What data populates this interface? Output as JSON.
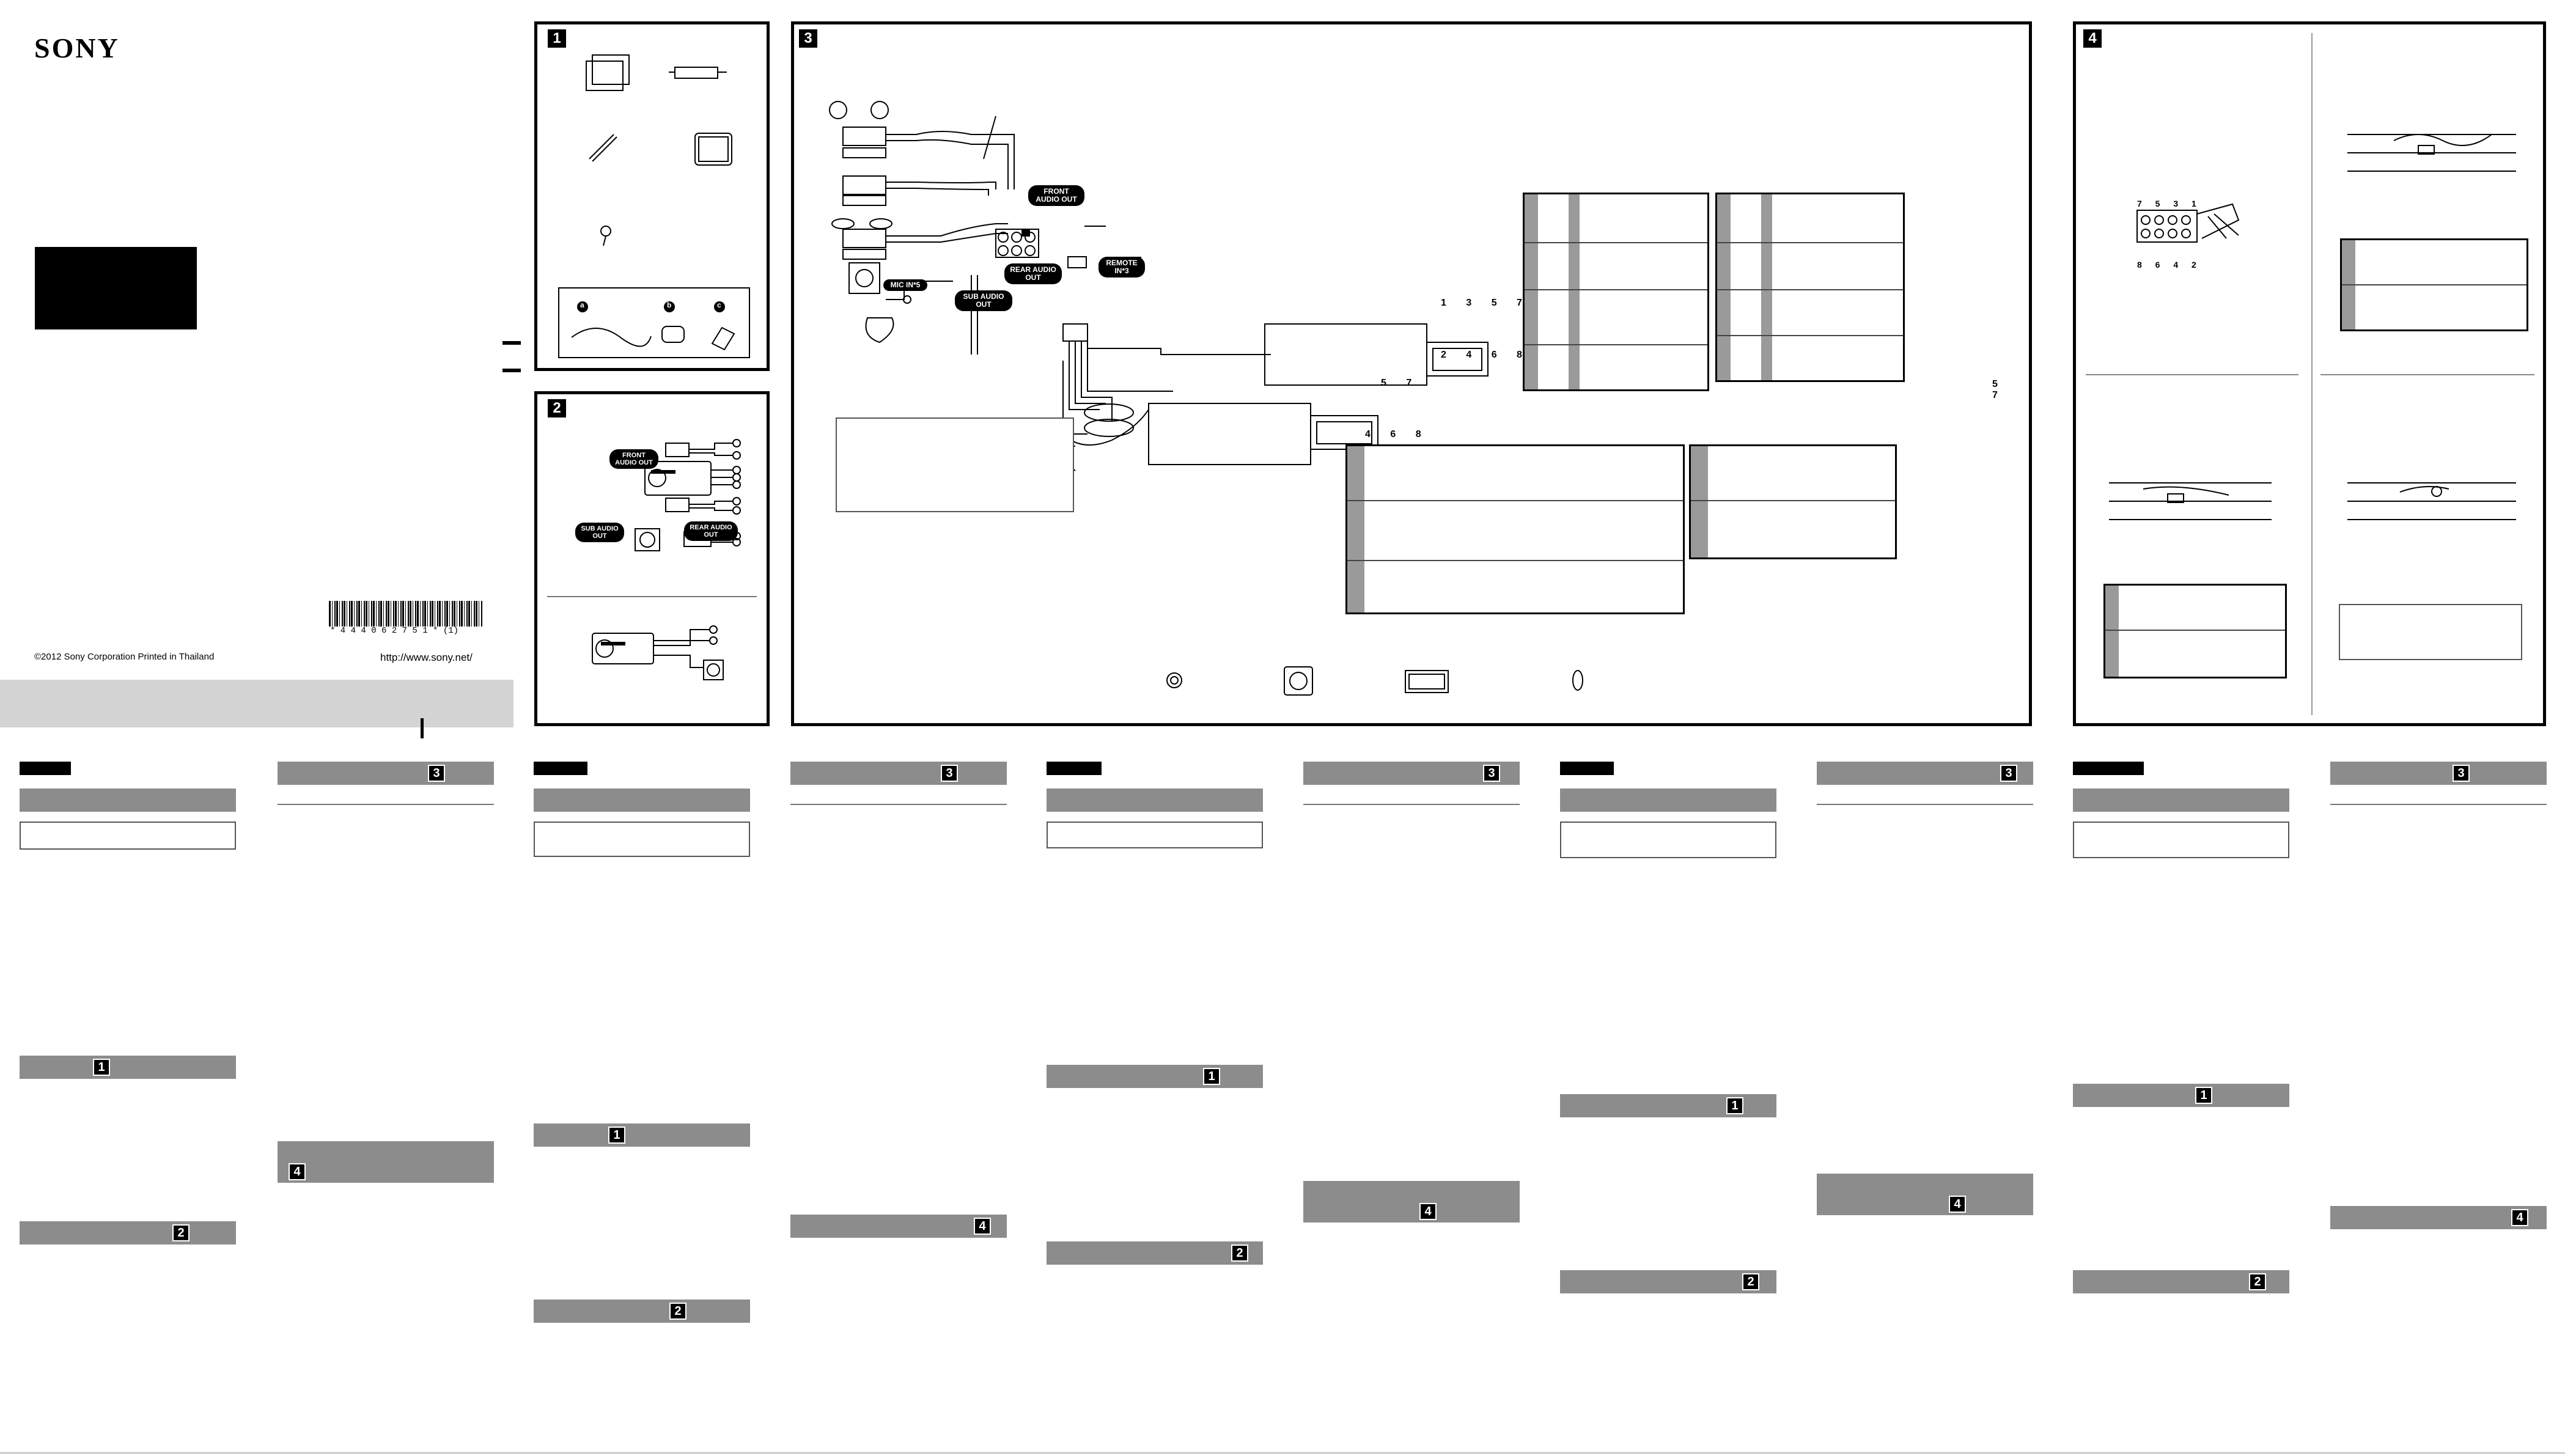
{
  "brand": "SONY",
  "copyright": "©2012 Sony Corporation   Printed in Thailand",
  "website": "http://www.sony.net/",
  "barcode_text": "* 4 4 4 0 6 2 7 5 1 * (1)",
  "sections": {
    "s1": "1",
    "s2": "2",
    "s3": "3",
    "s4": "4"
  },
  "accessory_letters": [
    "a",
    "b",
    "c"
  ],
  "labels": {
    "front_audio_out": "FRONT AUDIO OUT",
    "rear_audio_out": "REAR AUDIO OUT",
    "sub_audio_out": "SUB AUDIO OUT",
    "mic_in": "MIC IN*5",
    "remote_in": "REMOTE IN*3"
  },
  "connector_pins": {
    "top_a": "1 3 5 7",
    "bottom_a": "2 4 6 8",
    "top_b": "5 7",
    "bottom_b": "4 6 8",
    "s4_top": "7 5 3 1",
    "s4_bottom": "8 6 4 2"
  },
  "column_section_numbers": {
    "c1": [
      "1",
      "2"
    ],
    "c2": [
      "3",
      "4"
    ],
    "c3": [
      "1",
      "2"
    ],
    "c4": [
      "3",
      "4"
    ],
    "c5": [
      "1",
      "2"
    ],
    "c6": [
      "3",
      "4"
    ],
    "c7": [
      "1",
      "2"
    ],
    "c8": [
      "3",
      "4"
    ],
    "c9": [
      "1",
      "2"
    ],
    "c10": [
      "3",
      "4"
    ]
  },
  "colors": {
    "bar_gray": "#8c8c8c",
    "footer_gray": "#d3d3d3",
    "ink": "#000000"
  }
}
